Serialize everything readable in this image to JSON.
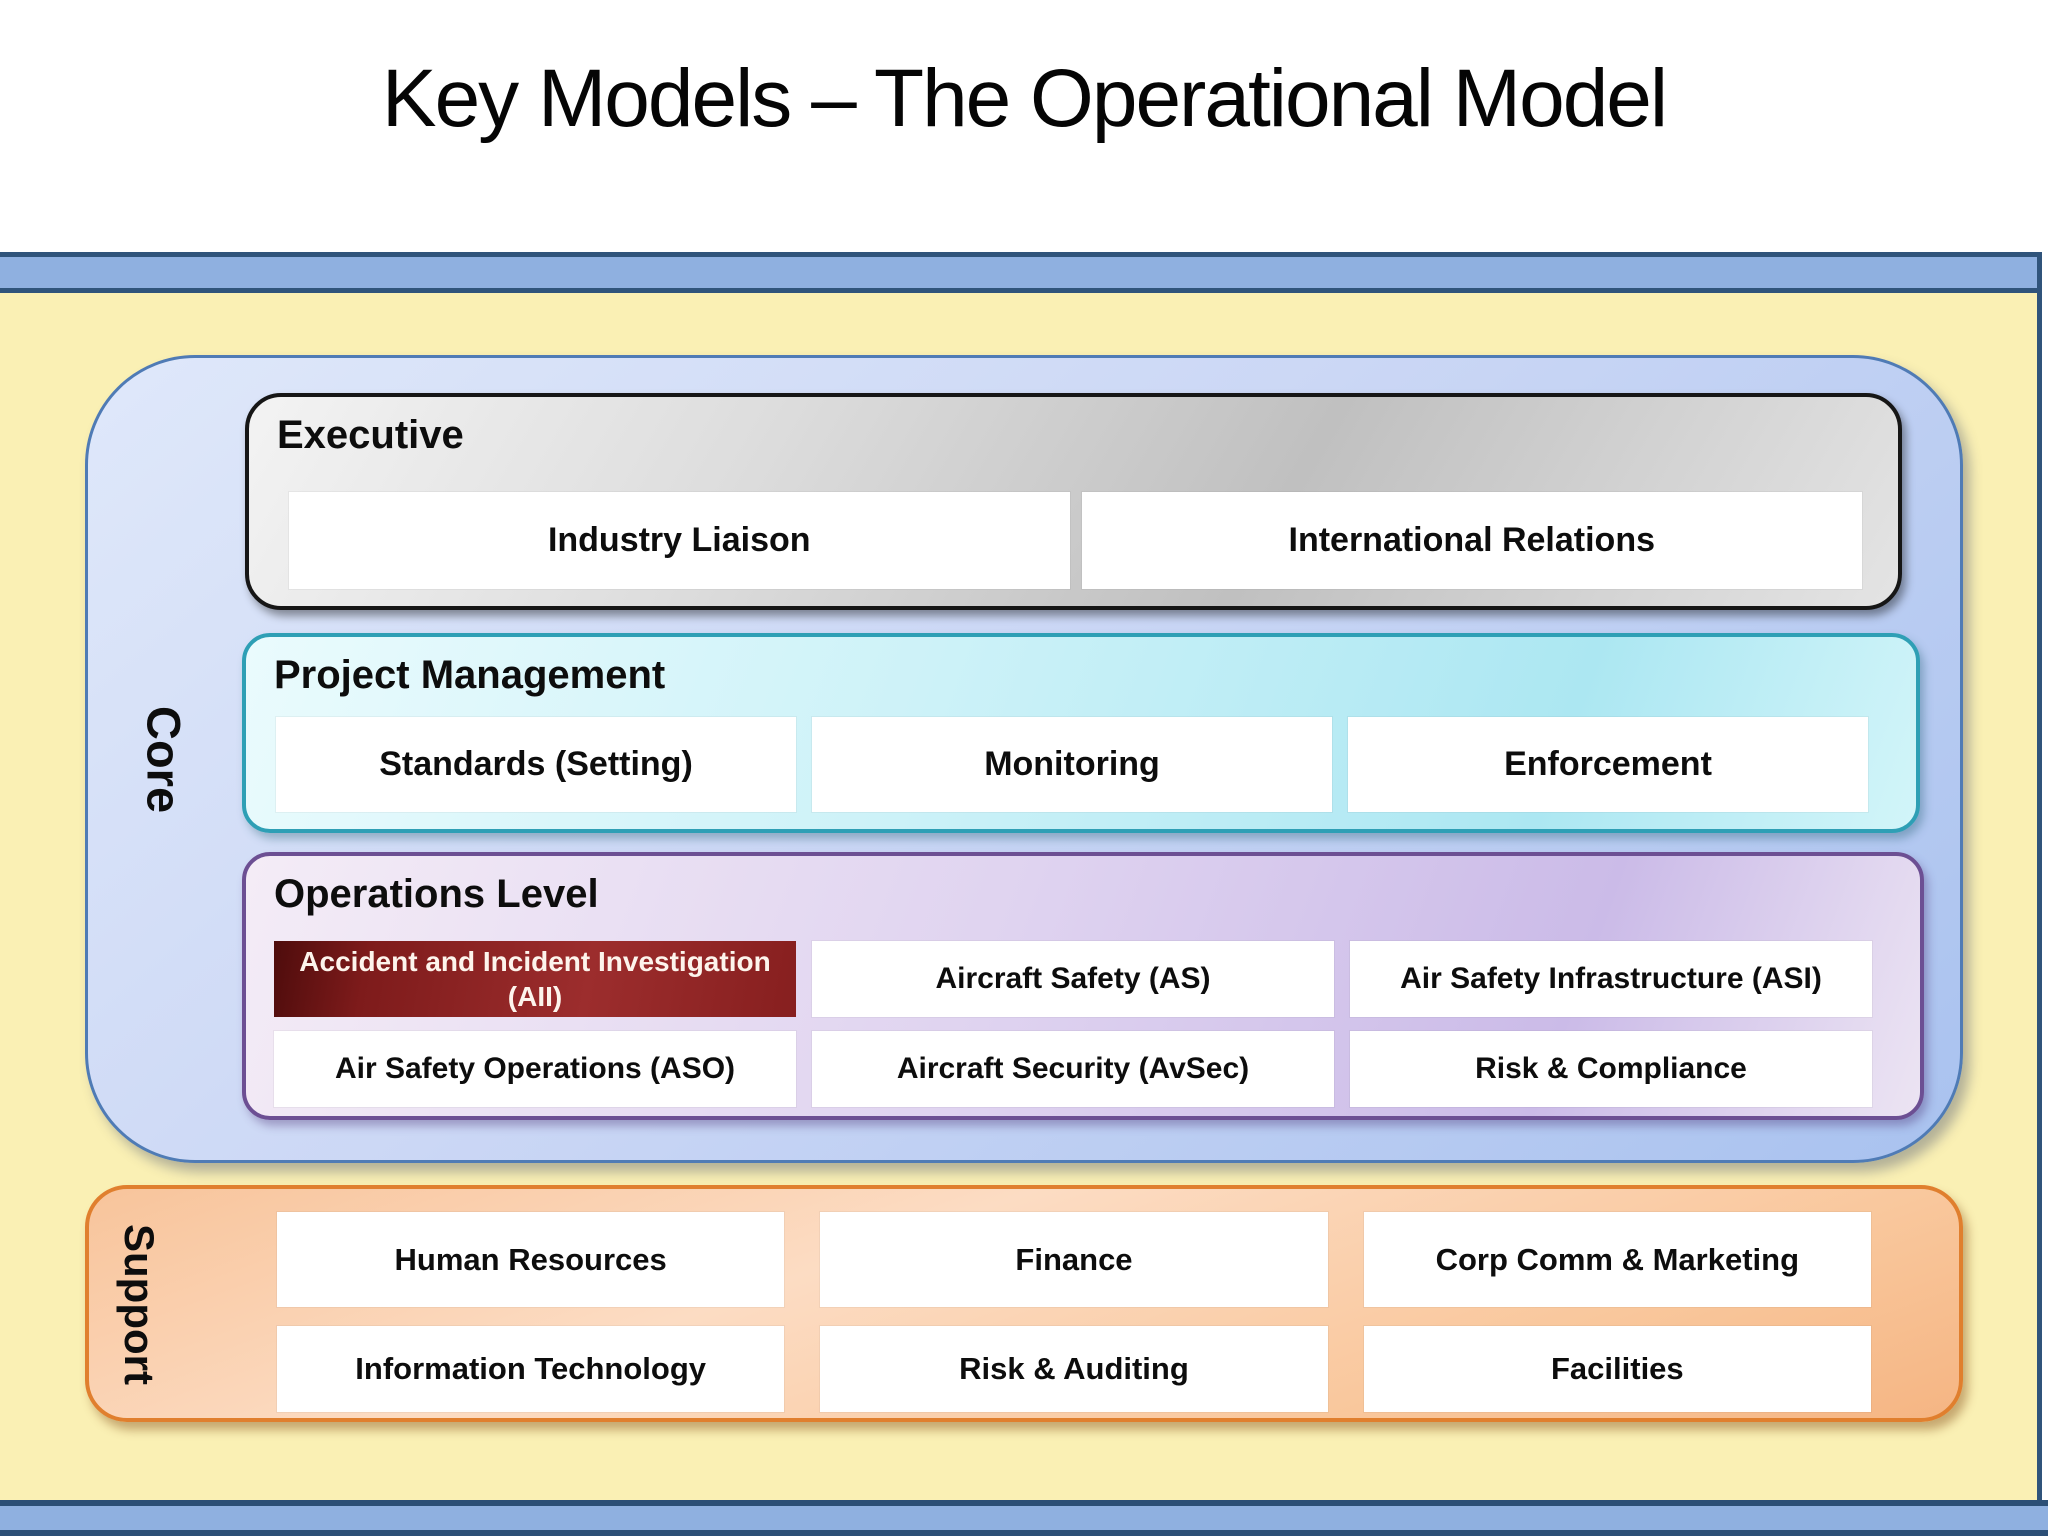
{
  "slide": {
    "title": "Key Models – The Operational Model"
  },
  "core": {
    "label": "Core",
    "executive": {
      "title": "Executive",
      "items": [
        "Industry Liaison",
        "International Relations"
      ]
    },
    "project_management": {
      "title": "Project Management",
      "items": [
        "Standards (Setting)",
        "Monitoring",
        "Enforcement"
      ]
    },
    "operations": {
      "title": "Operations Level",
      "highlight": {
        "line1": "Accident and Incident Investigation",
        "line2": "(AII)"
      },
      "items": [
        "Aircraft Safety (AS)",
        "Air Safety Infrastructure (ASI)",
        "Air Safety Operations (ASO)",
        "Aircraft Security (AvSec)",
        "Risk & Compliance"
      ]
    }
  },
  "support": {
    "label": "Support",
    "items": [
      "Human Resources",
      "Finance",
      "Corp Comm & Marketing",
      "Information Technology",
      "Risk & Auditing",
      "Facilities"
    ]
  },
  "colors": {
    "divider_bar_fill": "#8FB0E0",
    "divider_bar_border": "#30547B",
    "background_yellow": "#FAF0B4",
    "core_fill": "#C7D4F4",
    "core_border": "#4F7BB5",
    "executive_fill": "#D4D4D4",
    "executive_border": "#161616",
    "project_management_fill": "#BCEDF5",
    "project_management_border": "#2E9FB5",
    "operations_fill": "#D9CDEE",
    "operations_border": "#6C4F93",
    "support_fill": "#F9C79C",
    "support_border": "#E07F2E",
    "highlight_red": "#8C2222",
    "item_box_white": "#FFFFFF"
  }
}
